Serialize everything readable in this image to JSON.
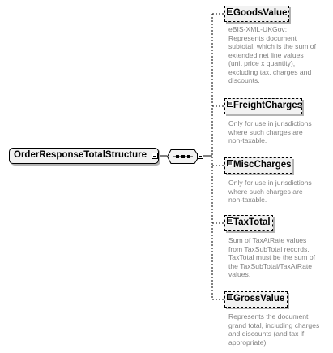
{
  "root": {
    "name": "OrderResponseTotalStructure"
  },
  "sequence": {
    "kind": "sequence"
  },
  "children": [
    {
      "name": "GoodsValue",
      "description": "eBIS-XML-UKGov:\nRepresents document\nsubtotal, which is the sum of\nextended net line values\n(unit price x quantity),\nexcluding tax, charges and\ndiscounts."
    },
    {
      "name": "FreightCharges",
      "description": "Only for use in jurisdictions\nwhere such charges are\nnon-taxable."
    },
    {
      "name": "MiscCharges",
      "description": "Only for use in jurisdictions\nwhere such charges are\nnon-taxable."
    },
    {
      "name": "TaxTotal",
      "description": "Sum of TaxAtRate values\nfrom TaxSubTotal records.\nTaxTotal must be the sum of\nthe TaxSubTotal/TaxAtRate\nvalues."
    },
    {
      "name": "GrossValue",
      "description": "Represents the document\ngrand total, including charges\nand discounts (and tax if\nappropriate)."
    }
  ]
}
